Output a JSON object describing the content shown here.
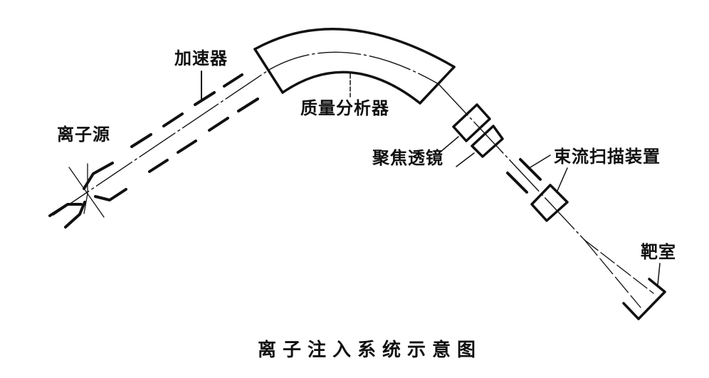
{
  "diagram": {
    "title": "离子注入系统示意图",
    "labels": {
      "ion_source": "离子源",
      "accelerator": "加速器",
      "mass_analyzer": "质量分析器",
      "focusing_lens": "聚焦透镜",
      "beam_scanner": "束流扫描装置",
      "target_chamber": "靶室"
    },
    "colors": {
      "ink": "#111111",
      "background": "#ffffff"
    }
  }
}
